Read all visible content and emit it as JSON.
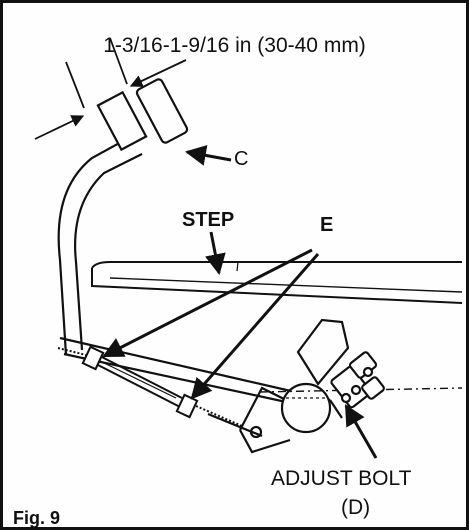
{
  "figure": {
    "label": "Fig. 9",
    "dimension": "1-3/16-1-9/16 in (30-40 mm)",
    "callouts": {
      "c": "C",
      "step": "STEP",
      "e": "E",
      "adjust_bolt": "ADJUST BOLT",
      "d": "(D)"
    }
  },
  "colors": {
    "ink": "#111111",
    "paper": "#fefefe"
  }
}
